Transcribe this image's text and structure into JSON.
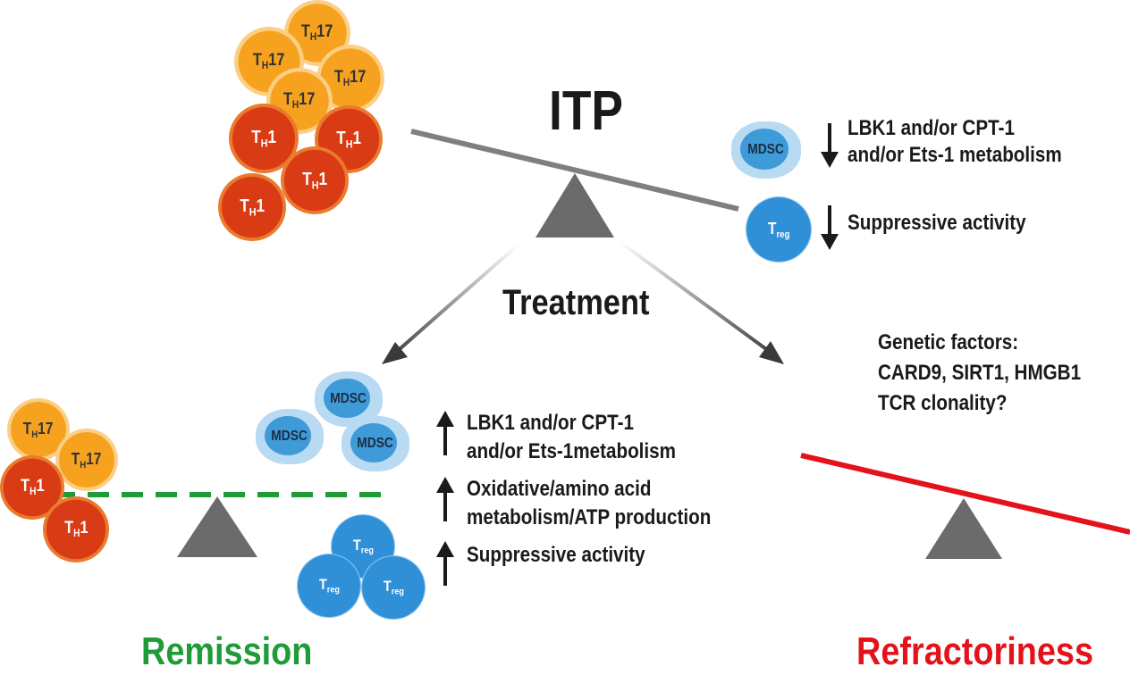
{
  "title": "ITP",
  "treatment": "Treatment",
  "top_right": {
    "mdsc_label": "MDSC",
    "mdsc_text": [
      "LBK1 and/or CPT-1",
      "and/or Ets-1 metabolism"
    ],
    "treg_label": "T",
    "treg_sub": "reg",
    "treg_text": "Suppressive activity"
  },
  "top_left_cells": {
    "th17_main": "T",
    "th17_sub": "H",
    "th17_tail": "17",
    "th1_main": "T",
    "th1_sub": "H",
    "th1_tail": "1"
  },
  "genetic": [
    "Genetic factors:",
    "CARD9, SIRT1, HMGB1",
    "TCR clonality?"
  ],
  "remission_text": {
    "mdsc_label": "MDSC",
    "treg_label": "T",
    "treg_sub": "reg",
    "item1": [
      "LBK1 and/or CPT-1",
      "and/or Ets-1metabolism"
    ],
    "item2": [
      "Oxidative/amino acid",
      "metabolism/ATP production"
    ],
    "item3": "Suppressive activity"
  },
  "outcomes": {
    "remission": "Remission",
    "refractoriness": "Refractoriness"
  },
  "colors": {
    "th17_fill": "#f6a21e",
    "th17_ring": "#fbcf85",
    "th1_fill": "#d93b14",
    "th1_ring": "#ea7a2e",
    "mdsc_outer": "#b8daf2",
    "mdsc_inner": "#3f9ad8",
    "treg_fill": "#2f8fd7",
    "treg_ring": "#86c3ef",
    "fulcrum": "#6b6b6b",
    "beam": "#7f7f7f",
    "remission_green": "#1f9b38",
    "refractory_red": "#e3121b",
    "arrow": "#1a1a1a"
  }
}
